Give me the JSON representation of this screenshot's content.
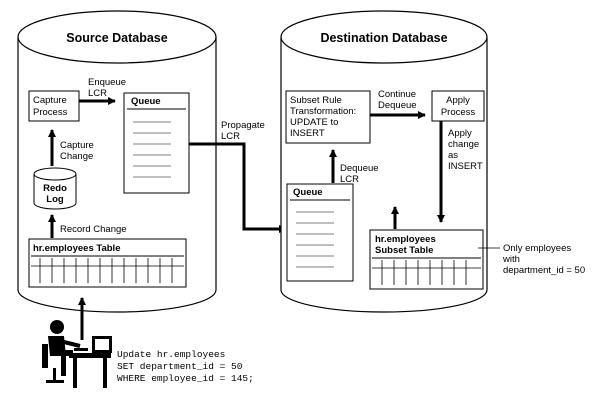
{
  "source": {
    "title": "Source Database",
    "capture_process": [
      "Capture",
      "Process"
    ],
    "enqueue_label": [
      "Enqueue",
      "LCR"
    ],
    "queue_title": "Queue",
    "capture_change_label": [
      "Capture",
      "Change"
    ],
    "redo_log": [
      "Redo",
      "Log"
    ],
    "record_change_label": "Record Change",
    "table_title": "hr.employees Table"
  },
  "propagate_label": [
    "Propagate",
    "LCR"
  ],
  "destination": {
    "title": "Destination Database",
    "subset_rule": [
      "Subset Rule",
      "Transformation:",
      "UPDATE to",
      "INSERT"
    ],
    "continue_dequeue_label": [
      "Continue",
      "Dequeue"
    ],
    "apply_process": [
      "Apply",
      "Process"
    ],
    "apply_change_label": [
      "Apply",
      "change",
      "as",
      "INSERT"
    ],
    "dequeue_label": [
      "Dequeue",
      "LCR"
    ],
    "queue_title": "Queue",
    "subset_table": [
      "hr.employees",
      "Subset Table"
    ],
    "callout": [
      "Only employees",
      "with",
      "department_id = 50"
    ]
  },
  "sql_statement": [
    "Update hr.employees",
    "SET department_id = 50",
    "WHERE employee_id = 145;"
  ]
}
